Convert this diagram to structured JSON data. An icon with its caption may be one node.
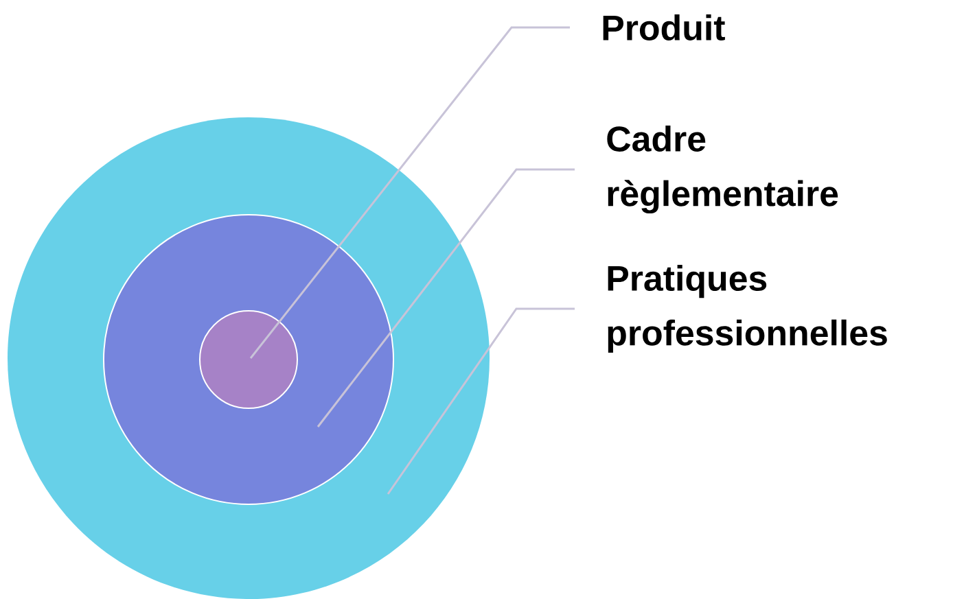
{
  "diagram": {
    "nodes": [
      {
        "text": [
          "Produit"
        ]
      },
      {
        "text": [
          "Cadre règlementaire"
        ]
      },
      {
        "text": [
          "Pratiques professionnelles"
        ]
      },
      {
        "text": [],
        "shape": "circle"
      },
      {
        "text": [],
        "shape": "circle",
        "in": 3
      },
      {
        "text": [],
        "shape": "circle",
        "in": 4
      }
    ],
    "edges": [
      {
        "from": 0,
        "to": 5,
        "arrow": "none"
      },
      {
        "from": 1,
        "to": 4,
        "arrow": "none"
      },
      {
        "from": 2,
        "to": 3,
        "arrow": "none"
      }
    ]
  }
}
